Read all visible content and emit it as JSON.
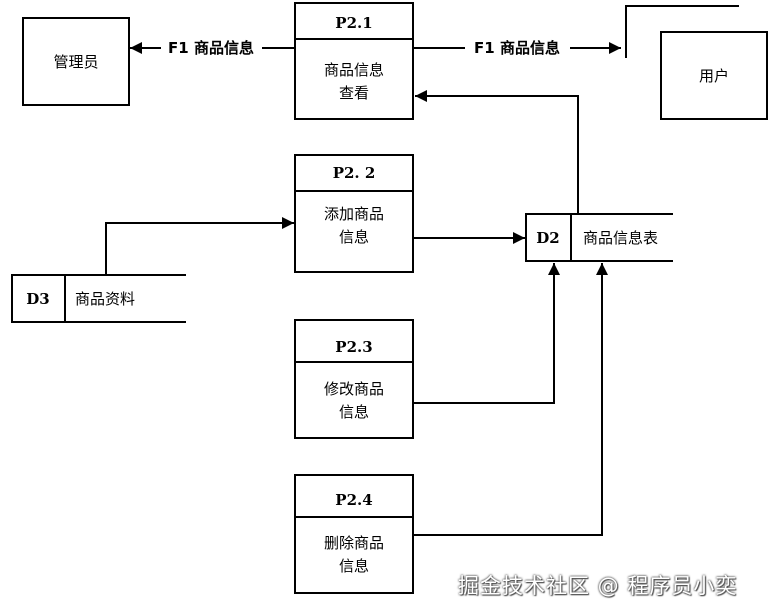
{
  "diagram": {
    "externals": {
      "admin": "管理员",
      "user": "用户"
    },
    "processes": [
      {
        "id": "P2.1",
        "line1": "商品信息",
        "line2": "查看"
      },
      {
        "id": "P2. 2",
        "line1": "添加商品",
        "line2": "信息"
      },
      {
        "id": "P2.3",
        "line1": "修改商品",
        "line2": "信息"
      },
      {
        "id": "P2.4",
        "line1": "删除商品",
        "line2": "信息"
      }
    ],
    "stores": [
      {
        "id": "D2",
        "name": "商品信息表"
      },
      {
        "id": "D3",
        "name": "商品资料"
      }
    ],
    "flows": {
      "to_admin": "F1 商品信息",
      "to_user": "F1 商品信息"
    }
  },
  "watermark": "掘金技术社区 @ 程序员小奕"
}
